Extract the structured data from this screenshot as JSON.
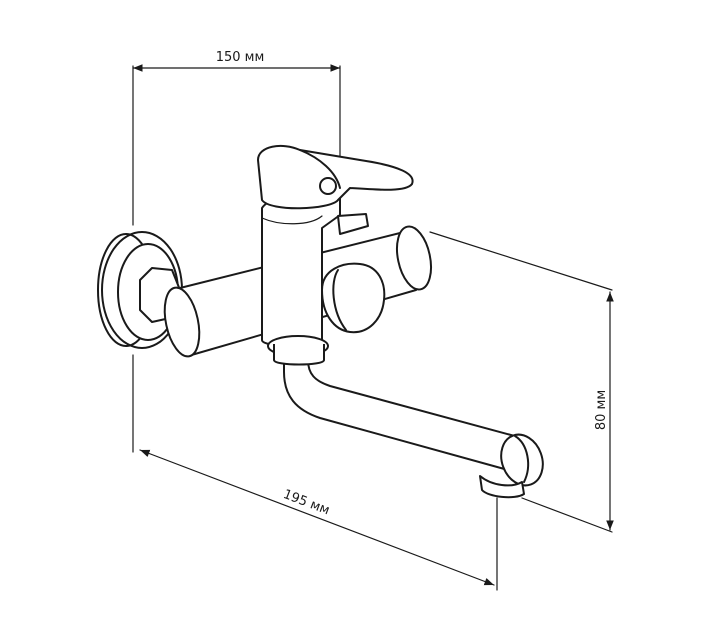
{
  "dimensions": {
    "width_label": "150 мм",
    "depth_label": "195 мм",
    "height_label": "80 мм"
  },
  "colors": {
    "line": "#1a1a1a",
    "background": "#ffffff"
  }
}
